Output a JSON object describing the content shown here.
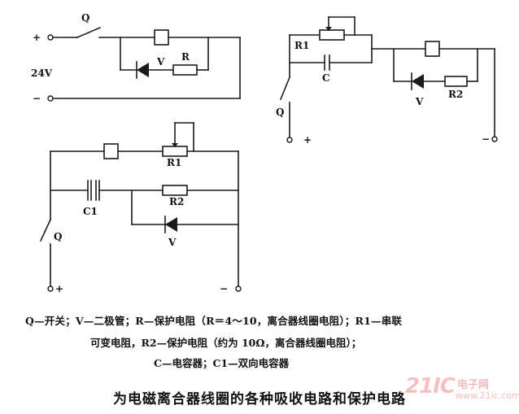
{
  "circuit1": {
    "switch_label": "Q",
    "plus": "+",
    "minus": "−",
    "voltage": "24V",
    "diode_label": "V",
    "resistor_label": "R"
  },
  "circuit2": {
    "r1_label": "R1",
    "c_label": "C",
    "switch_label": "Q",
    "plus": "+",
    "minus": "−",
    "diode_label": "V",
    "r2_label": "R2"
  },
  "circuit3": {
    "r1_label": "R1",
    "r2_label": "R2",
    "c1_label": "C1",
    "switch_label": "Q",
    "plus": "+",
    "minus": "−",
    "diode_label": "V"
  },
  "legend": {
    "line1": "Q—开关；V—二极管；R—保护电阻（R＝4～10，离合器线圈电阻）；R1—串联",
    "line2": "可变电阻，R2—保护电阻（约为 10Ω，离合器线圈电阻）；",
    "line3": "C—电容器；C1—双向电容器"
  },
  "caption": "为电磁离合器线圈的各种吸收电路和保护电路",
  "watermark": {
    "logo": "21IC",
    "name": "电子网",
    "url": "www.21ic.com"
  }
}
